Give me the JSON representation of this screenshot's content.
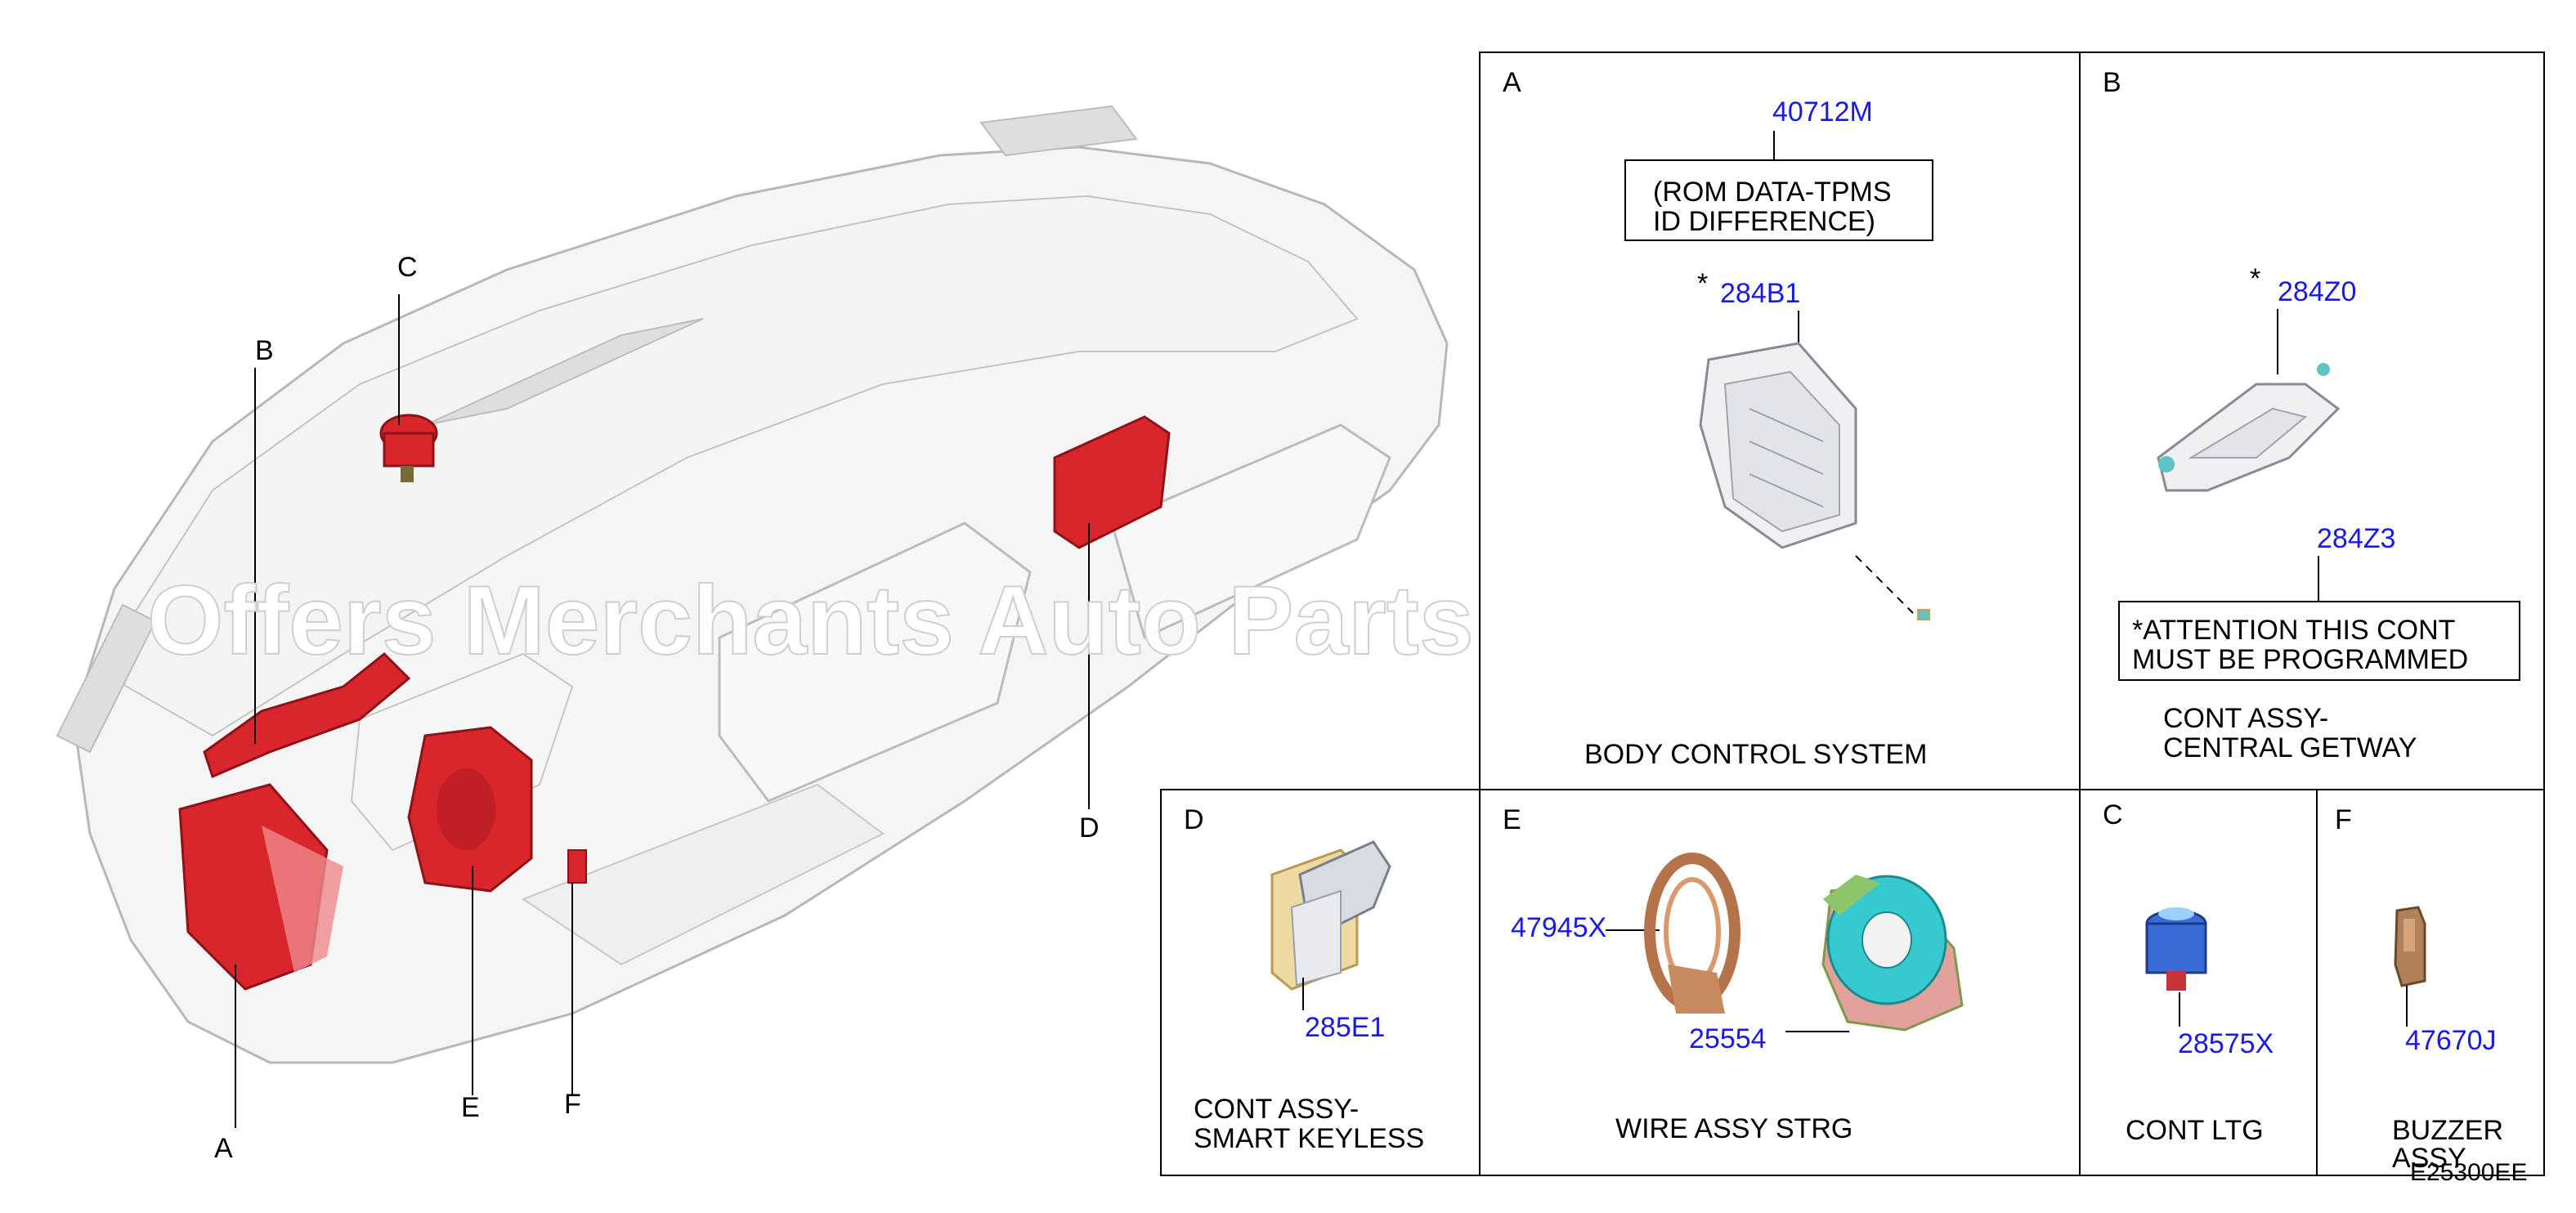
{
  "overview": {
    "callouts": [
      "A",
      "B",
      "C",
      "D",
      "E",
      "F"
    ]
  },
  "watermark": "Offers Merchants Auto Parts",
  "panels": {
    "A": {
      "letter": "A",
      "note_part": "40712M",
      "note_lines": [
        "(ROM DATA-TPMS",
        "ID DIFFERENCE)"
      ],
      "star": "*",
      "part": "284B1",
      "title": "BODY CONTROL SYSTEM"
    },
    "B": {
      "letter": "B",
      "star": "*",
      "part": "284Z0",
      "part2": "284Z3",
      "note_lines": [
        "*ATTENTION THIS CONT",
        "MUST BE PROGRAMMED"
      ],
      "title_lines": [
        "CONT ASSY-",
        "CENTRAL GETWAY"
      ]
    },
    "D": {
      "letter": "D",
      "part": "285E1",
      "title_lines": [
        "CONT ASSY-",
        "SMART KEYLESS"
      ]
    },
    "E": {
      "letter": "E",
      "part1": "47945X",
      "part2": "25554",
      "title": "WIRE ASSY STRG"
    },
    "C": {
      "letter": "C",
      "part": "28575X",
      "title": "CONT LTG"
    },
    "F": {
      "letter": "F",
      "part": "47670J",
      "title_lines": [
        "BUZZER",
        "ASSY"
      ]
    }
  },
  "diagram_code": "E25300EE",
  "colors": {
    "part_number": "#1a1ae6",
    "highlight_red": "#d8262c",
    "frame": "#000000"
  }
}
